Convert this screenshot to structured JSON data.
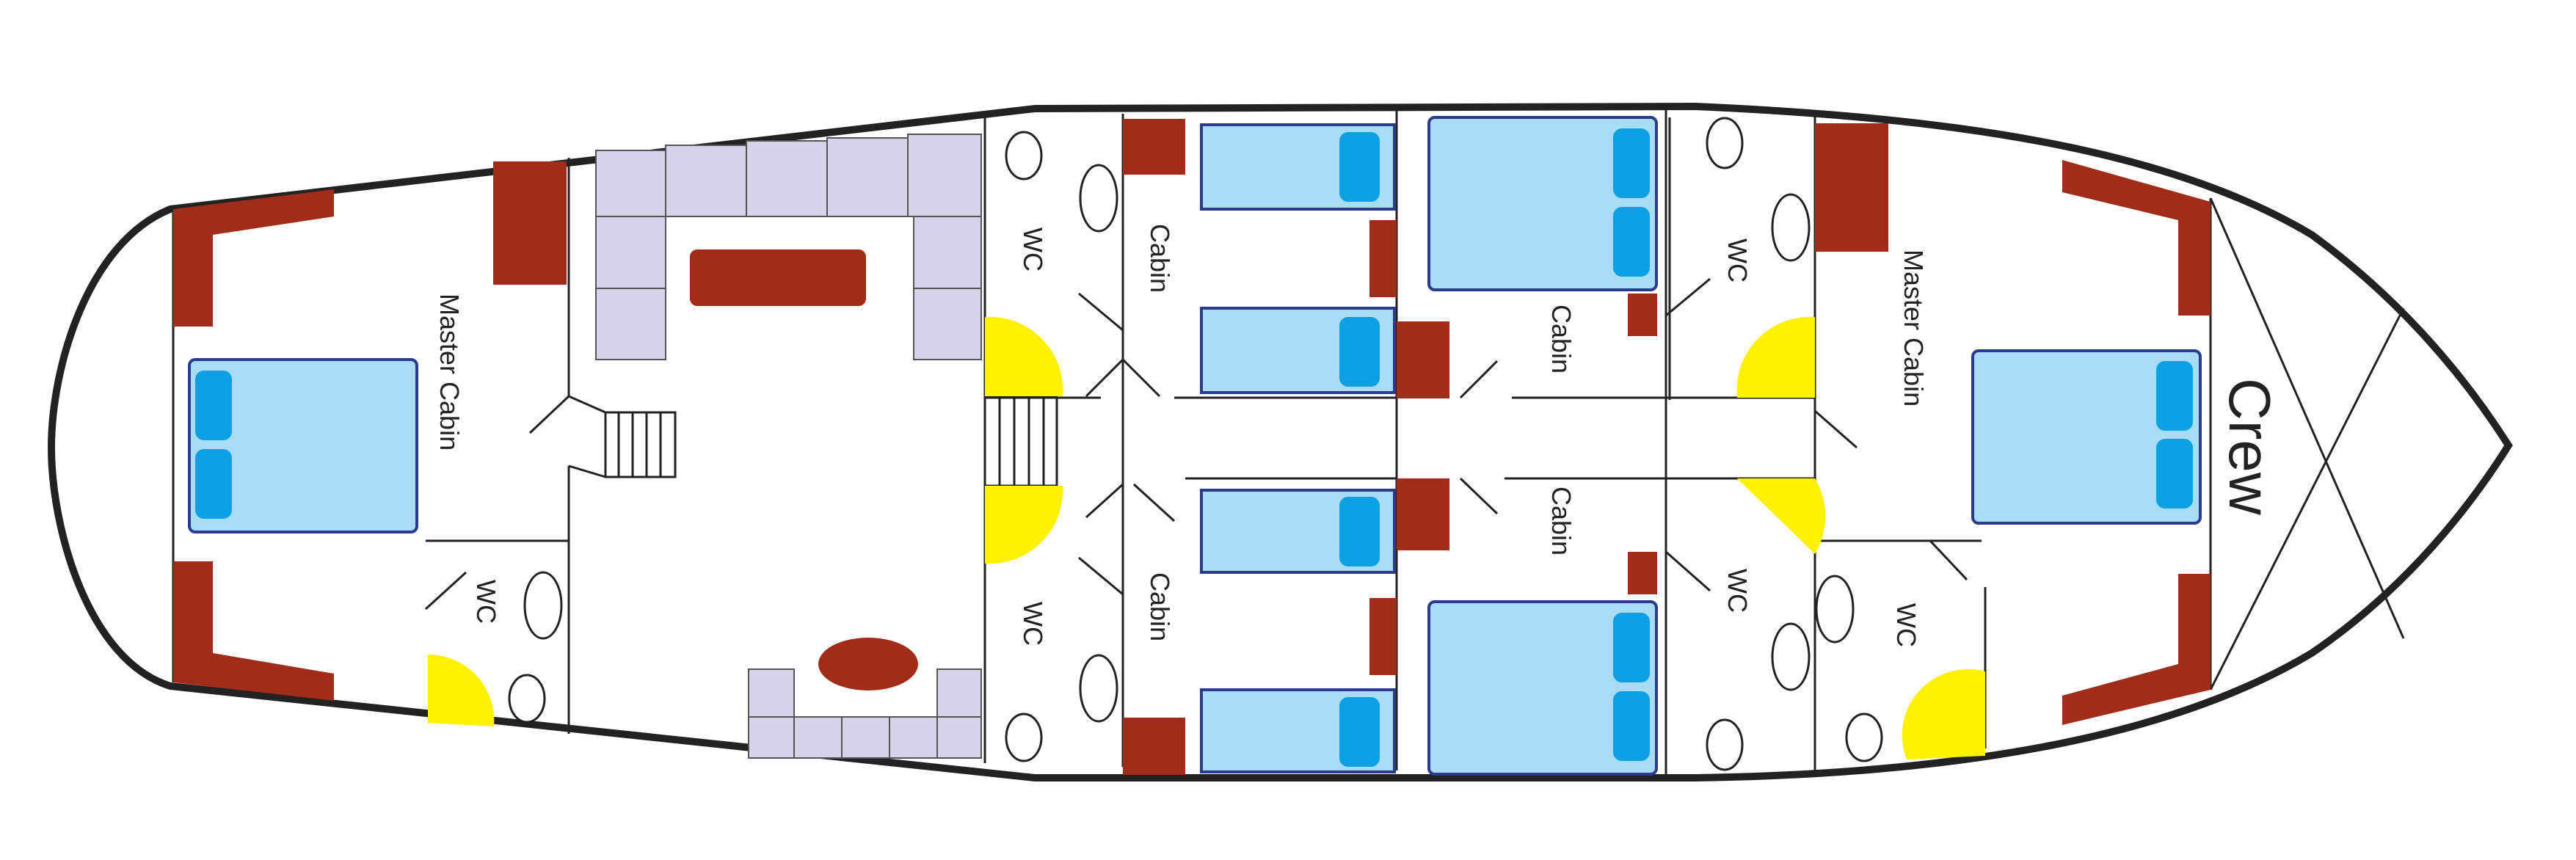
{
  "labels": {
    "master_cabin_aft": "Master Cabin",
    "wc_aft": "WC",
    "wc_port_1": "WC",
    "cabin_port_1": "Cabin",
    "cabin_port_2": "Cabin",
    "wc_port_2": "WC",
    "master_cabin_fwd": "Master Cabin",
    "wc_starboard_1": "WC",
    "cabin_starboard_1": "Cabin",
    "cabin_starboard_2": "Cabin",
    "wc_starboard_2": "WC",
    "wc_fwd": "WC",
    "crew": "Crew"
  },
  "colors": {
    "bed_fill": "#a8dcf4",
    "pillow": "#0aa0e2",
    "closet": "#a22c1a",
    "seating": "#d7d3ea",
    "shower": "#fff200",
    "outline": "#222222"
  }
}
